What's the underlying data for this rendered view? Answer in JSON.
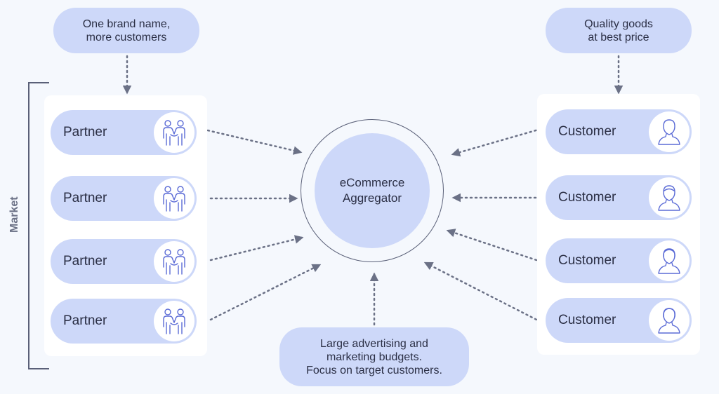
{
  "top_left_note": [
    "One brand name,",
    "more customers"
  ],
  "top_right_note": [
    "Quality goods",
    "at best price"
  ],
  "bottom_note": [
    "Large advertising and",
    "marketing budgets.",
    "Focus on target customers."
  ],
  "hub": [
    "eCommerce",
    "Aggregator"
  ],
  "market_label": "Market",
  "partners": [
    {
      "label": "Partner",
      "icon": "handshake-icon"
    },
    {
      "label": "Partner",
      "icon": "handshake-icon"
    },
    {
      "label": "Partner",
      "icon": "handshake-icon"
    },
    {
      "label": "Partner",
      "icon": "handshake-icon"
    }
  ],
  "customers": [
    {
      "label": "Customer",
      "icon": "person-icon"
    },
    {
      "label": "Customer",
      "icon": "person-icon"
    },
    {
      "label": "Customer",
      "icon": "person-icon"
    },
    {
      "label": "Customer",
      "icon": "person-icon"
    }
  ],
  "colors": {
    "node_fill": "#cdd8f9",
    "arrow": "#6b7186",
    "line": "#5a6078",
    "background": "#f5f8fd"
  }
}
